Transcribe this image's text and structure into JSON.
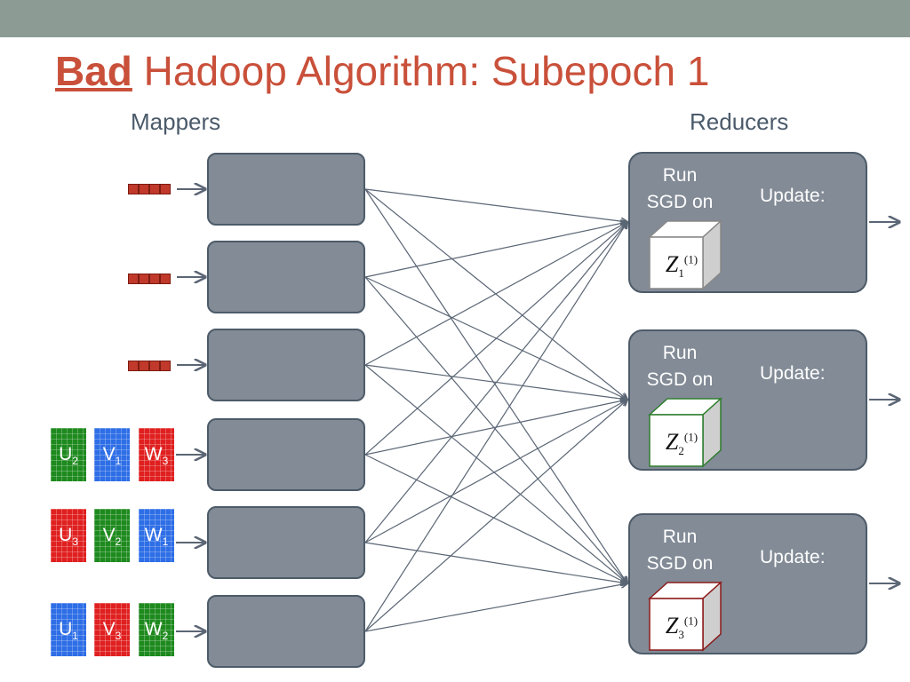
{
  "slide": {
    "title_bad": "Bad",
    "title_rest": " Hadoop Algorithm: Subepoch 1",
    "mappers_label": "Mappers",
    "reducers_label": "Reducers"
  },
  "mappers": [
    {
      "input": "blocks"
    },
    {
      "input": "blocks"
    },
    {
      "input": "blocks"
    },
    {
      "input": "squares",
      "squares": [
        {
          "letter": "U",
          "sub": "2",
          "color": "#1e8a1e"
        },
        {
          "letter": "V",
          "sub": "1",
          "color": "#2e6ee6"
        },
        {
          "letter": "W",
          "sub": "3",
          "color": "#e02020"
        }
      ]
    },
    {
      "input": "squares",
      "squares": [
        {
          "letter": "U",
          "sub": "3",
          "color": "#e02020"
        },
        {
          "letter": "V",
          "sub": "2",
          "color": "#1e8a1e"
        },
        {
          "letter": "W",
          "sub": "1",
          "color": "#2e6ee6"
        }
      ]
    },
    {
      "input": "squares",
      "squares": [
        {
          "letter": "U",
          "sub": "1",
          "color": "#2e6ee6"
        },
        {
          "letter": "V",
          "sub": "3",
          "color": "#e02020"
        },
        {
          "letter": "W",
          "sub": "2",
          "color": "#1e8a1e"
        }
      ]
    }
  ],
  "reducers": [
    {
      "run_line1": "Run",
      "run_line2": "SGD on",
      "update": "Update:",
      "z_letter": "Z",
      "z_sub": "1",
      "z_sup": "(1)",
      "cube_edge": "#888888"
    },
    {
      "run_line1": "Run",
      "run_line2": "SGD on",
      "update": "Update:",
      "z_letter": "Z",
      "z_sub": "2",
      "z_sup": "(1)",
      "cube_edge": "#2e7d2e"
    },
    {
      "run_line1": "Run",
      "run_line2": "SGD on",
      "update": "Update:",
      "z_letter": "Z",
      "z_sub": "3",
      "z_sup": "(1)",
      "cube_edge": "#8b1a1a"
    }
  ],
  "colors": {
    "title": "#c9503a",
    "box_fill": "#828b96",
    "box_border": "#4d5b69",
    "wire": "#5b6675",
    "top_bar": "#8c9c94"
  }
}
